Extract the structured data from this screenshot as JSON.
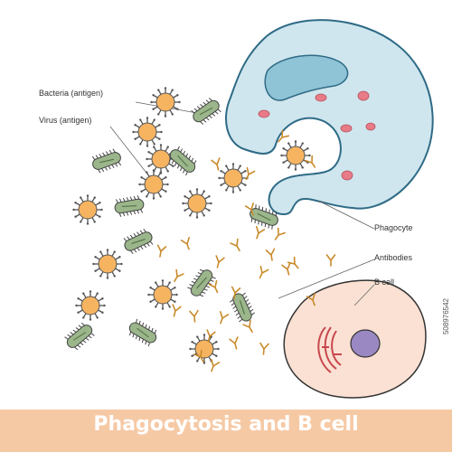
{
  "title": "Phagocytosis and B cell",
  "labels": {
    "bacteria": "Bacteria (antigen)",
    "virus": "Virus (antigen)",
    "phagocyte": "Phagocyte",
    "antibodies": "Antibodies",
    "b_cell": "B cell"
  },
  "stock_id": "508976542",
  "colors": {
    "phagocyte_fill": "#cfe6ee",
    "phagocyte_outline": "#2f6b86",
    "phagocyte_nucleus": "#8fc3d6",
    "granule": "#e87b88",
    "virus_fill": "#f6b461",
    "virus_spike": "#555555",
    "bacteria_fill": "#9bb68b",
    "antibody": "#c98a2a",
    "bcell_fill": "#fbe1d3",
    "bcell_nucleus": "#9a88c2",
    "er": "#c8474d",
    "footer": "#f6c9a5"
  }
}
